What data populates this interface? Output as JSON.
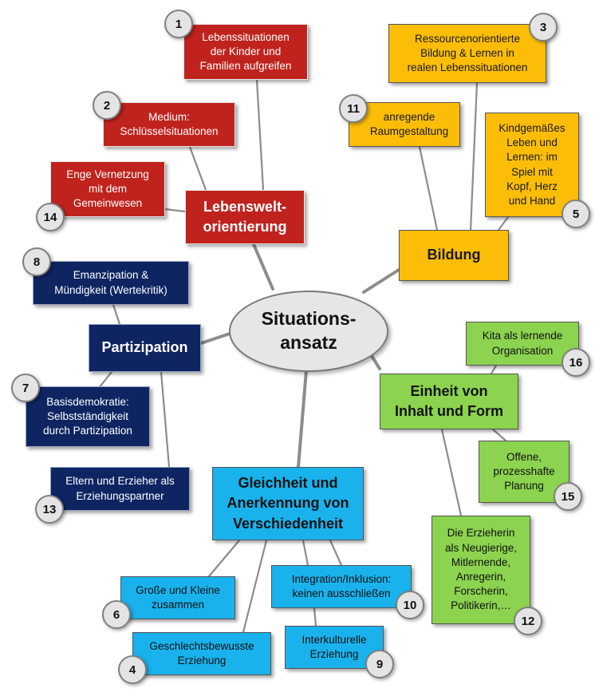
{
  "center": {
    "line1": "Situations-",
    "line2": "ansatz"
  },
  "main_nodes": {
    "lebenswelt": {
      "line1": "Lebenswelt-",
      "line2": "orientierung"
    },
    "bildung": {
      "line1": "Bildung"
    },
    "partizipation": {
      "line1": "Partizipation"
    },
    "einheit": {
      "line1": "Einheit von",
      "line2": "Inhalt und Form"
    },
    "gleichheit": {
      "line1": "Gleichheit und",
      "line2": "Anerkennung von",
      "line3": "Verschiedenheit"
    }
  },
  "sub_nodes": {
    "n1": {
      "number": "1",
      "lines": [
        "Lebenssituationen",
        "der Kinder und",
        "Familien aufgreifen"
      ]
    },
    "n2": {
      "number": "2",
      "lines": [
        "Medium:",
        "Schlüsselsituationen"
      ]
    },
    "n14": {
      "number": "14",
      "lines": [
        "Enge Vernetzung",
        "mit dem",
        "Gemeinwesen"
      ]
    },
    "n3": {
      "number": "3",
      "lines": [
        "Ressourcenorientierte",
        "Bildung & Lernen in",
        "realen Lebenssituationen"
      ]
    },
    "n11": {
      "number": "11",
      "lines": [
        "anregende",
        "Raumgestaltung"
      ]
    },
    "n5": {
      "number": "5",
      "lines": [
        "Kindgemäßes",
        "Leben und",
        "Lernen: im",
        "Spiel mit",
        "Kopf, Herz",
        "und Hand"
      ]
    },
    "n8": {
      "number": "8",
      "lines": [
        "Emanzipation &",
        "Mündigkeit (Wertekritik)"
      ]
    },
    "n7": {
      "number": "7",
      "lines": [
        "Basisdemokratie:",
        "Selbstständigkeit",
        "durch Partizipation"
      ]
    },
    "n13": {
      "number": "13",
      "lines": [
        "Eltern und Erzieher als",
        "Erziehungspartner"
      ]
    },
    "n16": {
      "number": "16",
      "lines": [
        "Kita als lernende",
        "Organisation"
      ]
    },
    "n15": {
      "number": "15",
      "lines": [
        "Offene,",
        "prozesshafte",
        "Planung"
      ]
    },
    "n12": {
      "number": "12",
      "lines": [
        "Die Erzieherin",
        "als Neugierige,",
        "Mitlernende,",
        "Anregerin,",
        "Forscherin,",
        "Politikerin,…"
      ]
    },
    "n6": {
      "number": "6",
      "lines": [
        "Große und Kleine",
        "zusammen"
      ]
    },
    "n4": {
      "number": "4",
      "lines": [
        "Geschlechtsbewusste",
        "Erziehung"
      ]
    },
    "n10": {
      "number": "10",
      "lines": [
        "Integration/Inklusion:",
        "keinen ausschließen"
      ]
    },
    "n9": {
      "number": "9",
      "lines": [
        "Interkulturelle",
        "Erziehung"
      ]
    }
  },
  "colors": {
    "lebenswelt": "#c0231d",
    "bildung": "#fbbd08",
    "partizipation": "#0e2562",
    "einheit": "#8cd34f",
    "gleichheit": "#19b2ec",
    "connector": "#8c8c8c"
  }
}
